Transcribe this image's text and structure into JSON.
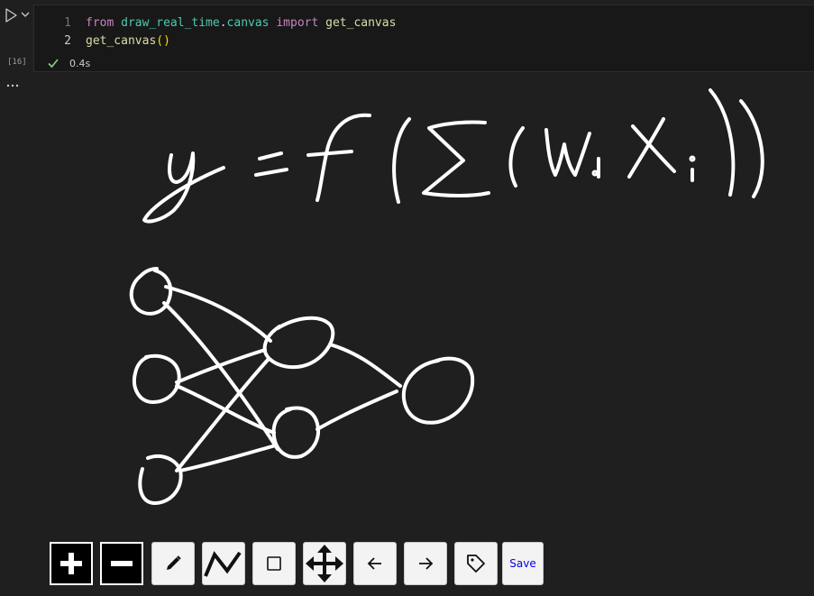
{
  "cell": {
    "execution_count": "[16]",
    "lines": [
      {
        "number": "1",
        "tokens": [
          {
            "text": "from",
            "kind": "kw"
          },
          {
            "text": " ",
            "kind": "txt"
          },
          {
            "text": "draw_real_time",
            "kind": "mod"
          },
          {
            "text": ".",
            "kind": "txt"
          },
          {
            "text": "canvas",
            "kind": "mod"
          },
          {
            "text": " ",
            "kind": "txt"
          },
          {
            "text": "import",
            "kind": "kw"
          },
          {
            "text": " ",
            "kind": "txt"
          },
          {
            "text": "get_canvas",
            "kind": "fn"
          }
        ]
      },
      {
        "number": "2",
        "tokens": [
          {
            "text": "get_canvas",
            "kind": "fn"
          },
          {
            "text": "()",
            "kind": "paren"
          }
        ]
      }
    ],
    "status": {
      "icon": "check-icon",
      "duration": "0.4s"
    },
    "run_icon": "run-icon",
    "more_icon": "ellipsis-icon"
  },
  "canvas": {
    "background": "#1f1f1f",
    "stroke_color": "#ffffff",
    "content": "hand-drawn formula y = f(Σ(wi xi)) above a sketched neural network diagram"
  },
  "toolbar": {
    "buttons": [
      {
        "name": "zoom-in-button",
        "icon": "plus-icon"
      },
      {
        "name": "zoom-out-button",
        "icon": "minus-icon"
      },
      {
        "name": "pen-button",
        "icon": "pencil-icon"
      },
      {
        "name": "polyline-button",
        "icon": "zigzag-icon"
      },
      {
        "name": "rectangle-button",
        "icon": "square-icon"
      },
      {
        "name": "move-button",
        "icon": "move-arrows-icon"
      },
      {
        "name": "undo-button",
        "icon": "arrow-left-icon"
      },
      {
        "name": "redo-button",
        "icon": "arrow-right-icon"
      },
      {
        "name": "tag-button",
        "icon": "tag-icon"
      },
      {
        "name": "save-button",
        "label": "Save"
      }
    ]
  },
  "colors": {
    "page_bg": "#1f1f1f",
    "cell_bg": "#181818",
    "keyword": "#c586c0",
    "module": "#4ec9b0",
    "function": "#dcdcaa",
    "bracket": "#ffd700",
    "success": "#89d185",
    "link": "#0000ee"
  }
}
